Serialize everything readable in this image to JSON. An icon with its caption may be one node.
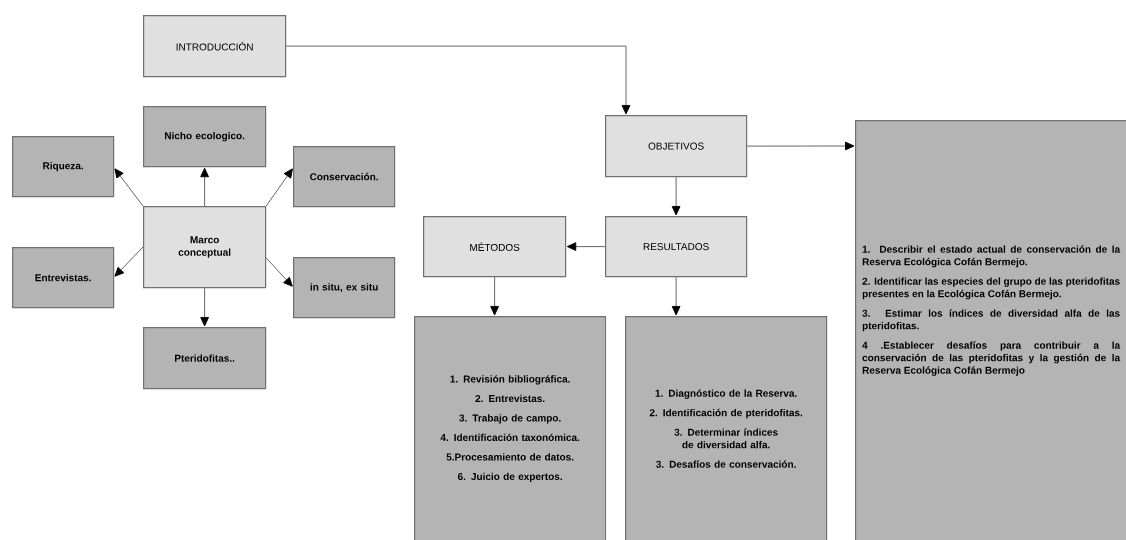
{
  "diagram": {
    "nodes": [
      {
        "text": [
          "INTRODUCCIÓN"
        ]
      },
      {
        "text": [
          "Nicho ecologico."
        ]
      },
      {
        "text": [
          "Riqueza."
        ]
      },
      {
        "text": [
          "Conservación."
        ]
      },
      {
        "text": [
          "Marco conceptual"
        ]
      },
      {
        "text": [
          "Entrevistas."
        ]
      },
      {
        "text": [
          "in situ, ex situ"
        ]
      },
      {
        "text": [
          "Pteridofitas.."
        ]
      },
      {
        "text": [
          "OBJETIVOS"
        ]
      },
      {
        "text": [
          "MÉTODOS"
        ]
      },
      {
        "text": [
          "RESULTADOS"
        ]
      },
      {
        "text": [
          "1. Revisión bibliográfica.",
          "2. Entrevistas.",
          "3. Trabajo de campo.",
          "4. Identificación taxonómica.",
          "5.Procesamiento de datos.",
          "6. Juicio de expertos."
        ]
      },
      {
        "text": [
          "1. Diagnóstico de la Reserva.",
          "2. Identificación de pteridofitas.",
          "3. Determinar índices de diversidad alfa.",
          "3. Desafíos de conservación."
        ]
      },
      {
        "text": [
          "1. Describir el estado actual de conservación de la Reserva Ecológica Cofán Bermejo.",
          "2. Identificar las especies del grupo de las pteridofitas presentes en la Ecológica Cofán Bermejo.",
          "3. Estimar los índices de diversidad alfa de las pteridofitas.",
          "4 .Establecer desafíos para contribuir a la conservación de las pteridofitas y la gestión de la Reserva Ecológica Cofán Bermejo"
        ]
      }
    ],
    "edges": [
      {
        "from": 0,
        "to": 8,
        "arrow": "to"
      },
      {
        "from": 4,
        "to": 1,
        "arrow": "to"
      },
      {
        "from": 4,
        "to": 2,
        "arrow": "to"
      },
      {
        "from": 4,
        "to": 3,
        "arrow": "to"
      },
      {
        "from": 4,
        "to": 5,
        "arrow": "to"
      },
      {
        "from": 4,
        "to": 6,
        "arrow": "to"
      },
      {
        "from": 4,
        "to": 7,
        "arrow": "to"
      },
      {
        "from": 8,
        "to": 13,
        "arrow": "to"
      },
      {
        "from": 8,
        "to": 10,
        "arrow": "to"
      },
      {
        "from": 10,
        "to": 9,
        "arrow": "to"
      },
      {
        "from": 9,
        "to": 11,
        "arrow": "to"
      },
      {
        "from": 10,
        "to": 12,
        "arrow": "to"
      }
    ]
  }
}
